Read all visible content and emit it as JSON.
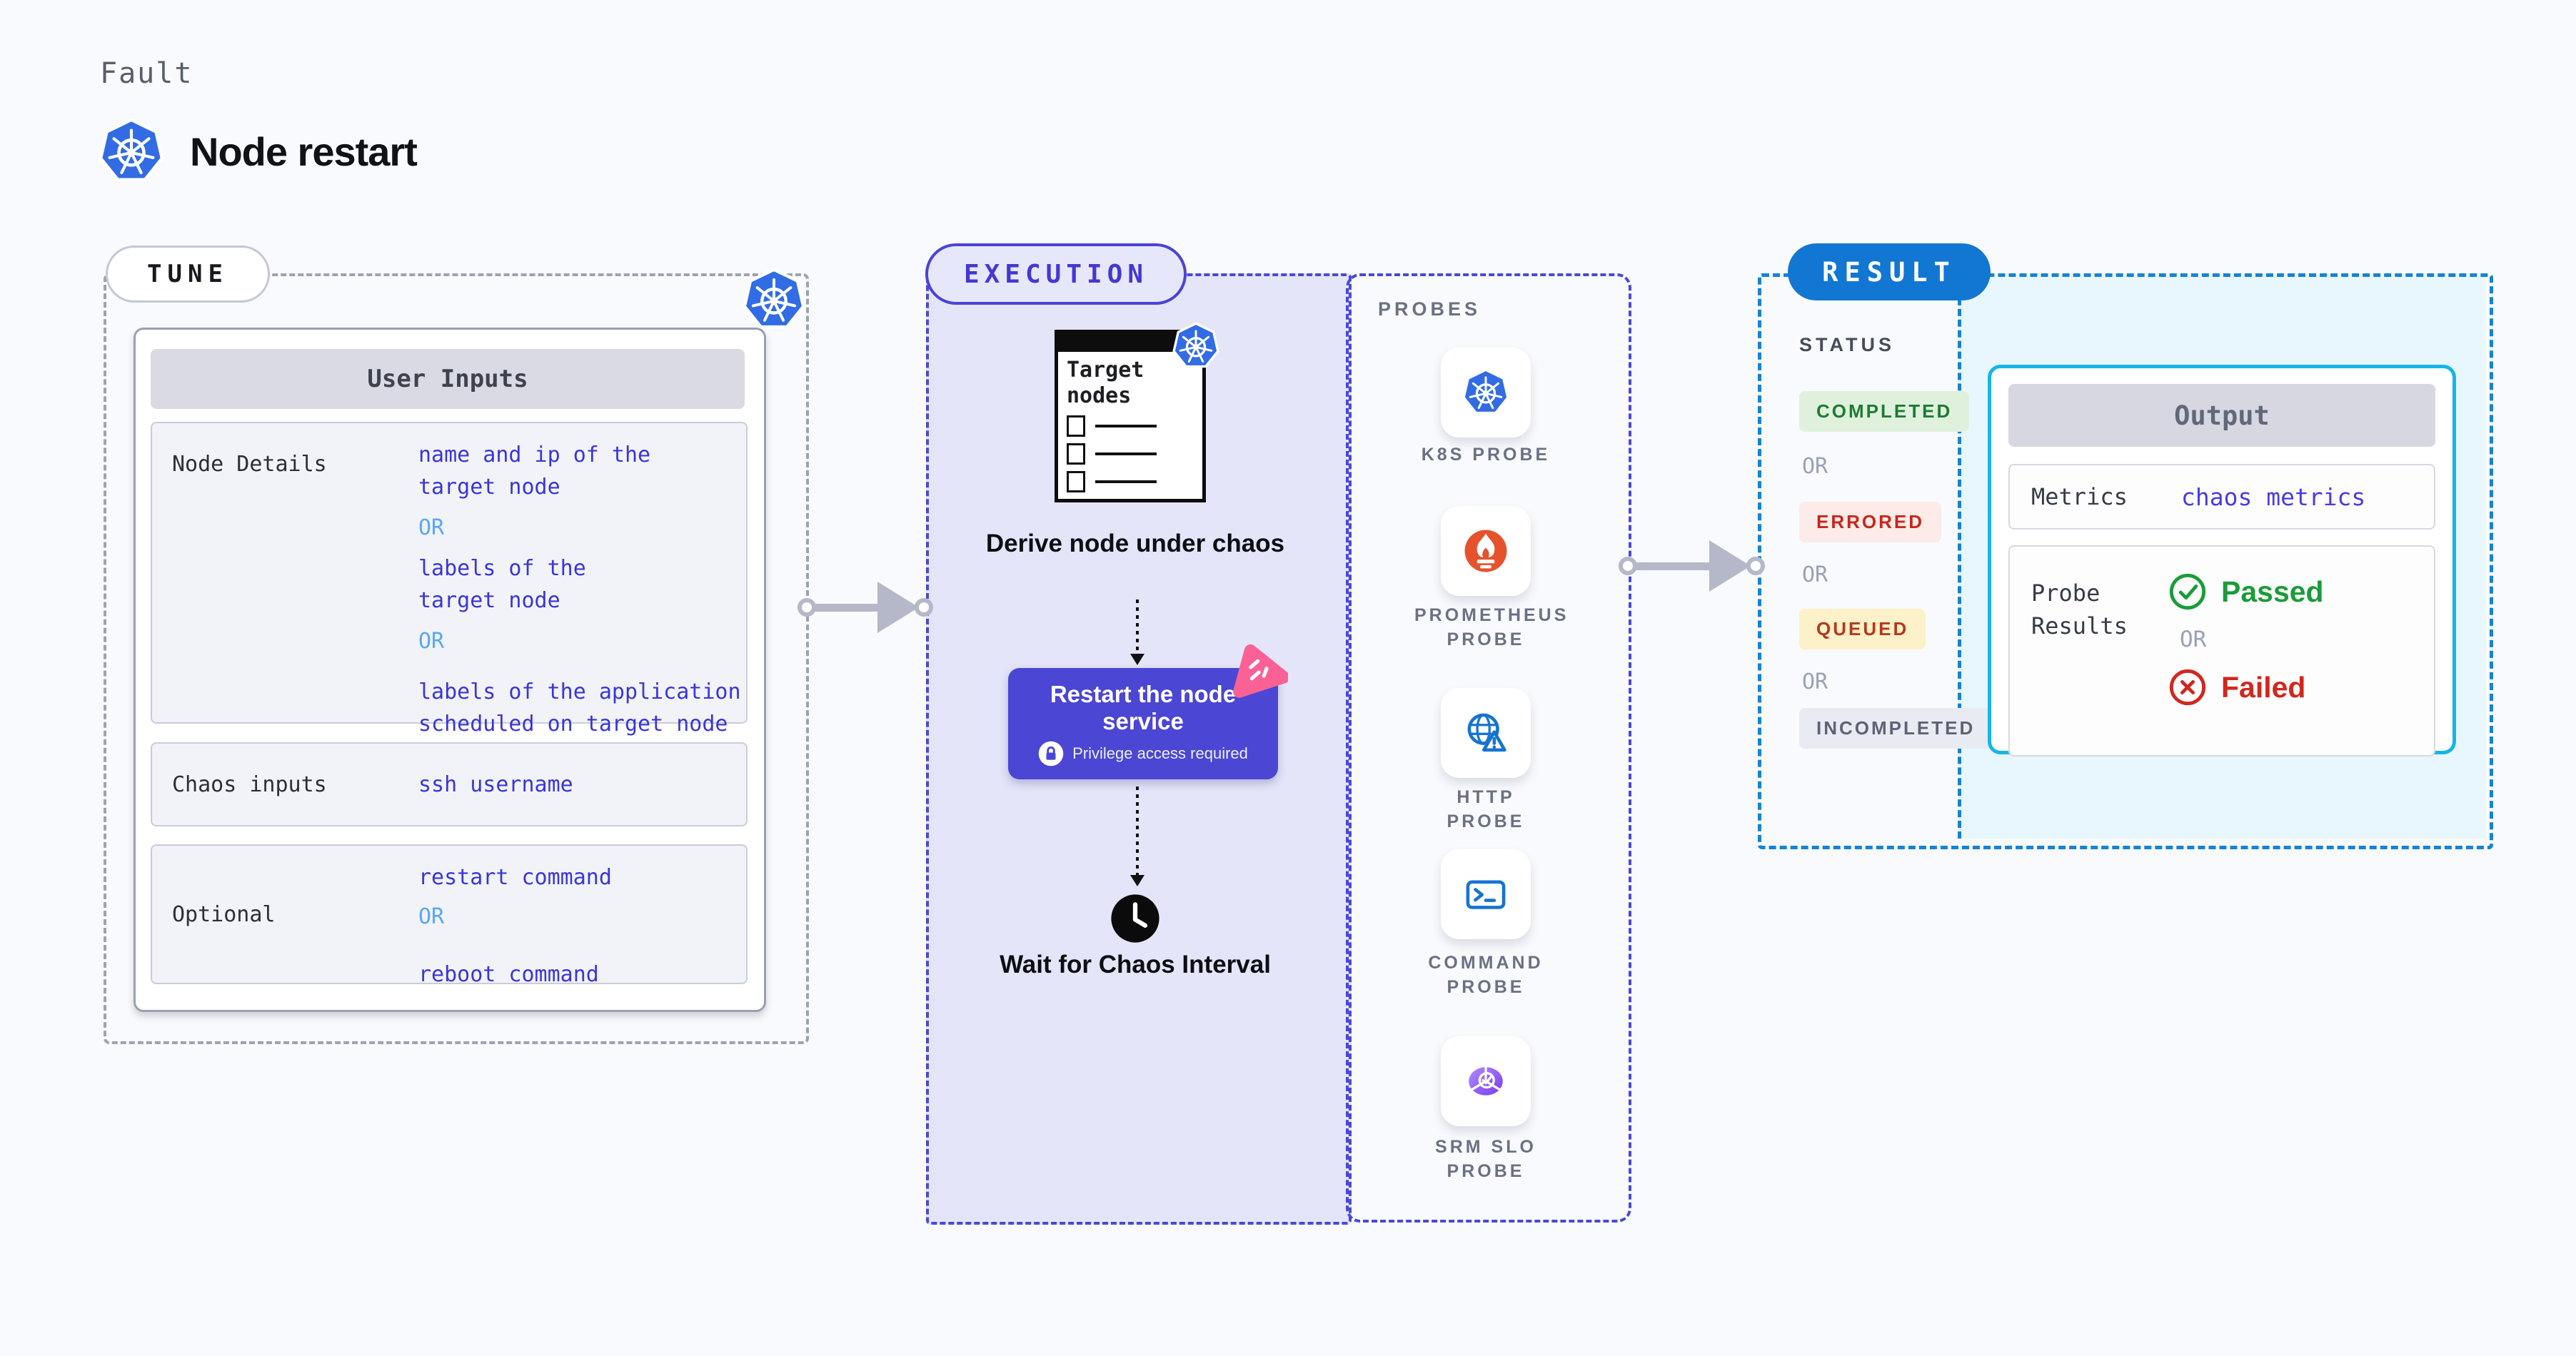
{
  "colors": {
    "page_bg": "#f9fafd",
    "accent_indigo": "#4a43d6",
    "value_blue": "#3a35db",
    "or_light_blue": "#58a8f6",
    "execution_bg": "#e4e5f9",
    "result_blue": "#1277d3",
    "result_bg": "#e8f7fd",
    "output_border": "#16b5e9",
    "action_purple": "#4b46d3",
    "chaos_pink": "#fb6195",
    "k8s_blue": "#326ce5",
    "prometheus_orange": "#e6522c",
    "probe_icon_blue": "#1774d1",
    "passed_green": "#1b9c39",
    "failed_red": "#d2271d",
    "connector_gray": "#b4b8c8"
  },
  "header": {
    "eyebrow": "Fault",
    "title": "Node restart"
  },
  "tune": {
    "pill": "TUNE",
    "table_header": "User Inputs",
    "rows": [
      {
        "label": "Node Details",
        "lines": [
          {
            "text": "name and ip of the"
          },
          {
            "text": "target node"
          },
          {
            "text": "OR"
          },
          {
            "text": "labels of the"
          },
          {
            "text": "target node"
          },
          {
            "text": "OR"
          },
          {
            "text": "labels of the application"
          },
          {
            "text": "scheduled on target node"
          }
        ]
      },
      {
        "label": "Chaos inputs",
        "lines": [
          {
            "text": "ssh username"
          }
        ]
      },
      {
        "label": "Optional",
        "lines": [
          {
            "text": "restart command"
          },
          {
            "text": "OR"
          },
          {
            "text": "reboot command"
          }
        ]
      }
    ]
  },
  "execution": {
    "pill": "EXECUTION",
    "target_card_title": "Target nodes",
    "step1_caption": "Derive node under chaos",
    "action_title": "Restart the node service",
    "action_note": "Privilege access required",
    "step3_caption": "Wait for Chaos Interval",
    "probes": {
      "heading": "PROBES",
      "items": [
        {
          "label": "K8S PROBE",
          "icon": "kubernetes-icon"
        },
        {
          "label": "PROMETHEUS PROBE",
          "icon": "prometheus-icon"
        },
        {
          "label": "HTTP PROBE",
          "icon": "globe-warning-icon"
        },
        {
          "label": "COMMAND PROBE",
          "icon": "terminal-icon"
        },
        {
          "label": "SRM SLO PROBE",
          "icon": "slo-pie-icon"
        }
      ]
    }
  },
  "result": {
    "pill": "RESULT",
    "status": {
      "heading": "STATUS",
      "badges": [
        {
          "label": "COMPLETED"
        },
        {
          "label": "ERRORED"
        },
        {
          "label": "QUEUED"
        },
        {
          "label": "INCOMPLETED"
        }
      ],
      "or": "OR"
    },
    "output": {
      "header": "Output",
      "metrics_label": "Metrics",
      "metrics_value": "chaos metrics",
      "probe_results_label": "Probe Results",
      "passed": "Passed",
      "or": "OR",
      "failed": "Failed"
    }
  }
}
